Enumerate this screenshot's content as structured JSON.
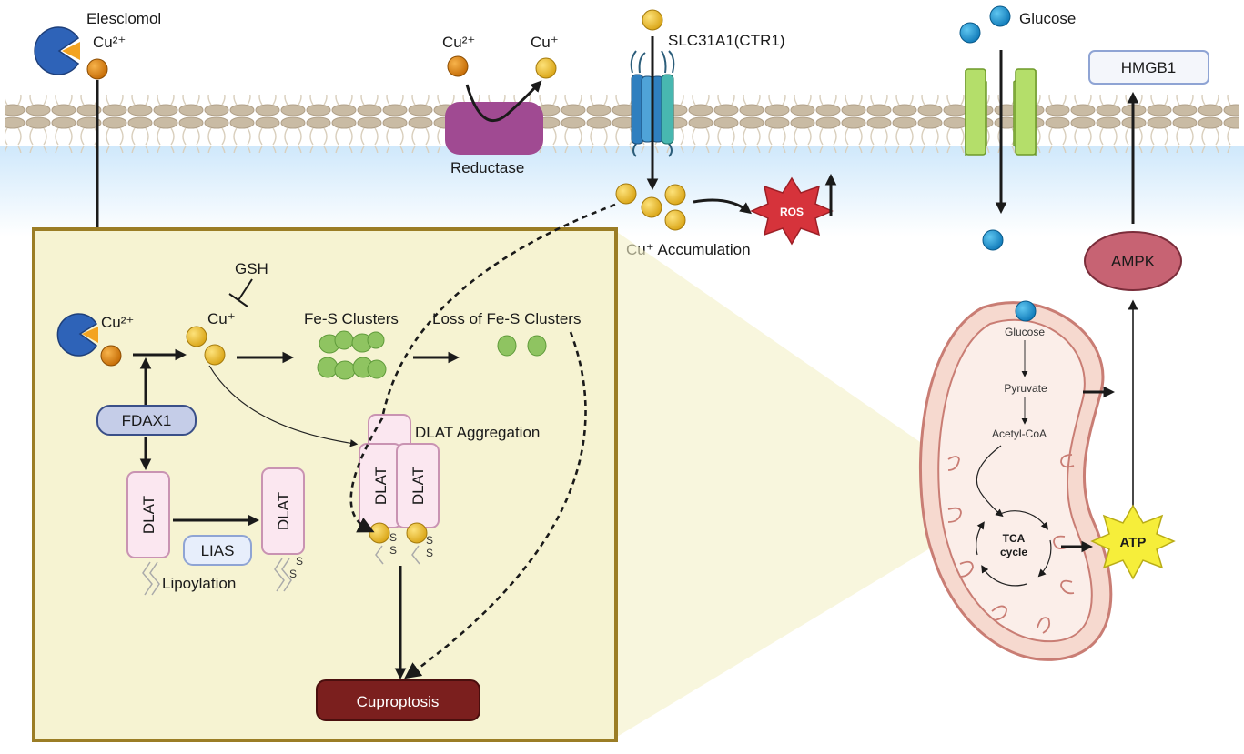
{
  "membrane": {
    "elesclomol_label": "Elesclomol",
    "cu2_label": "Cu²⁺",
    "cu_label": "Cu⁺",
    "reductase_label": "Reductase",
    "ctr1_label": "SLC31A1(CTR1)",
    "glucose_label": "Glucose",
    "hmgb1_label": "HMGB1"
  },
  "cytoplasm": {
    "accumulation_label": "Cu⁺ Accumulation",
    "ros_label": "ROS",
    "ampk_label": "AMPK",
    "atp_label": "ATP"
  },
  "inset": {
    "cu2_label": "Cu²⁺",
    "cu_label": "Cu⁺",
    "gsh_label": "GSH",
    "fes_label": "Fe-S Clusters",
    "loss_fes_label": "Loss of Fe-S Clusters",
    "fdax1_label": "FDAX1",
    "dlat_label": "DLAT",
    "lias_label": "LIAS",
    "lipoylation_label": "Lipoylation",
    "dlat_aggregation_label": "DLAT Aggregation",
    "s_label": "S",
    "cuproptosis_label": "Cuproptosis"
  },
  "mitochondrion": {
    "glucose_label": "Glucose",
    "pyruvate_label": "Pyruvate",
    "acetylcoa_label": "Acetyl-CoA",
    "tca_label_1": "TCA",
    "tca_label_2": "cycle"
  },
  "colors": {
    "copper2": "#d97e0b",
    "copper1": "#f2c230",
    "glucose": "#1d9ad6",
    "elesclomol": "#2e63b8",
    "reductase": "#a04a92",
    "ctr1": "#3d8fbf",
    "glut": "#b4de6a",
    "inset_bg": "#f6f3d2",
    "inset_border": "#9b7d25",
    "ros": "#d6333b",
    "atp": "#f6ee3a",
    "ampk": "#c76373",
    "cuproptosis": "#7b1f1e",
    "dlat": "#fbe7f0",
    "fdax1": "#c5cde8",
    "mito_outer": "#f6d9cf"
  },
  "icons": [
    "elesclomol-pie-icon",
    "copper-ion-icon",
    "glucose-molecule-icon",
    "ctr1-channel-icon",
    "glucose-transporter-icon",
    "fe-s-cluster-icon",
    "ros-burst-icon",
    "atp-burst-icon",
    "mitochondrion-icon"
  ]
}
